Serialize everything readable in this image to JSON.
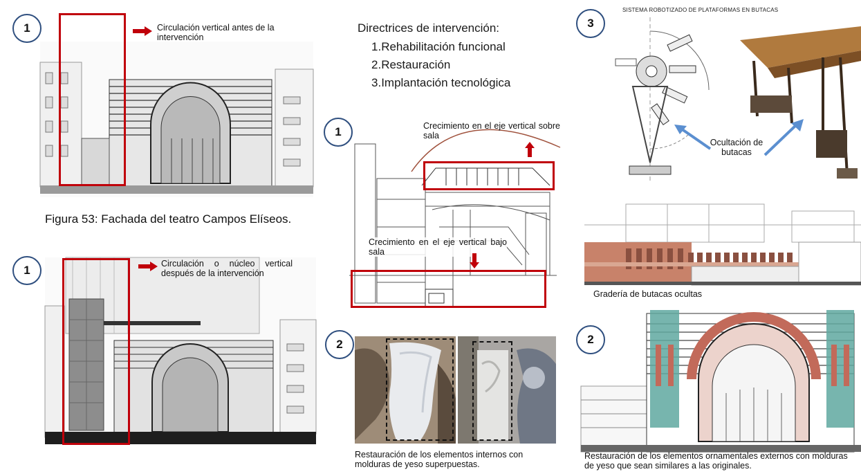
{
  "badges": {
    "one": "1",
    "two": "2",
    "three": "3"
  },
  "notes": {
    "circulation_before": "Circulación vertical antes de la intervención",
    "circulation_after": "Circulación o núcleo vertical después de la intervención",
    "growth_above": "Crecimiento en el eje vertical sobre sala",
    "growth_below": "Crecimiento en el eje vertical bajo sala",
    "hide_seats": "Ocultación de butacas"
  },
  "directives": {
    "heading": "Directrices de intervención:",
    "items": [
      "Rehabilitación funcional",
      "Restauración",
      "Implantación tecnológica"
    ]
  },
  "figure_caption": "Figura 53: Fachada del teatro Campos Elíseos.",
  "robot_title": "SISTEMA ROBOTIZADO DE PLATAFORMAS EN BUTACAS",
  "captions": {
    "hidden_tiers": "Gradería de butacas ocultas",
    "interior_restoration": "Restauración de los elementos internos con molduras de yeso superpuestas.",
    "exterior_restoration": "Restauración de los elementos ornamentales externos con molduras de yeso que sean similares a las originales."
  },
  "colors": {
    "highlight_red": "#c0000a",
    "badge_ring": "#2f4f7f",
    "arrow_blue": "#5b8fd0",
    "brick": "#c8826a",
    "teal": "#5fa8a0"
  },
  "icons": [
    "arrow-right-icon",
    "arrow-up-icon",
    "arrow-down-icon",
    "arrow-diagonal-icon"
  ]
}
